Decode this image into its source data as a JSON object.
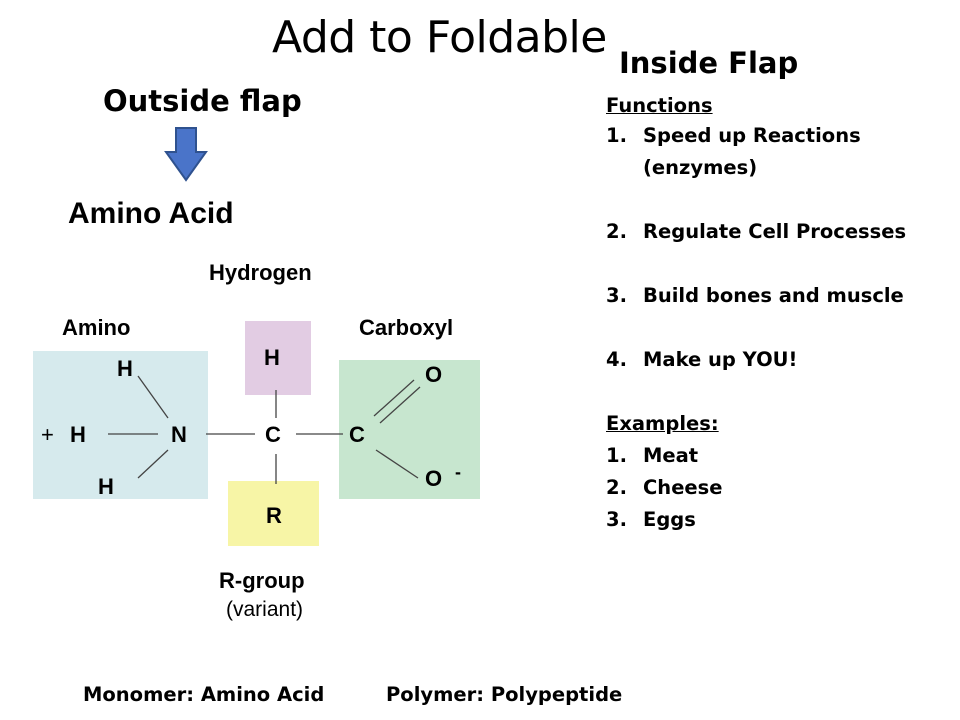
{
  "page": {
    "title": "Add to Foldable",
    "inside_flap_label": "Inside Flap",
    "outside_flap_label": "Outside flap"
  },
  "inside_flap": {
    "functions_heading": "Functions",
    "functions": [
      {
        "num": "1.",
        "text": "Speed up Reactions (enzymes)"
      },
      {
        "num": "2.",
        "text": "Regulate Cell Processes"
      },
      {
        "num": "3.",
        "text": "Build bones and muscle"
      },
      {
        "num": "4.",
        "text": "Make up YOU!"
      }
    ],
    "examples_heading": "Examples:",
    "examples": [
      {
        "num": "1.",
        "text": "Meat"
      },
      {
        "num": "2.",
        "text": "Cheese"
      },
      {
        "num": "3.",
        "text": "Eggs"
      }
    ]
  },
  "diagram": {
    "heading": "Amino Acid",
    "labels": {
      "hydrogen": "Hydrogen",
      "amino": "Amino",
      "carboxyl": "Carboxyl",
      "rgroup": "R-group",
      "variant": "(variant)"
    },
    "atoms": {
      "h_top_amino": "H",
      "plus": "+",
      "h_left": "H",
      "n": "N",
      "h_bottom_amino": "H",
      "h_hydrogen": "H",
      "c_center": "C",
      "r": "R",
      "c_carboxyl": "C",
      "o_top": "O",
      "o_bottom": "O",
      "minus": "-"
    },
    "colors": {
      "amino_box": "#d6eaed",
      "hydrogen_box": "#e2cce3",
      "rgroup_box": "#f7f5a6",
      "carboxyl_box": "#c7e6cf",
      "arrow": "#4a74c9"
    }
  },
  "footer": {
    "monomer": "Monomer: Amino Acid",
    "polymer": "Polymer: Polypeptide"
  }
}
